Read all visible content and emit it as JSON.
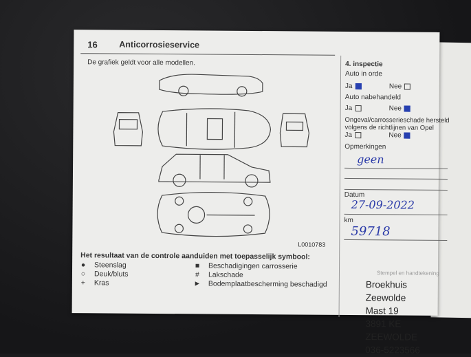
{
  "page": {
    "number": "16",
    "title": "Anticorrosieservice",
    "subtitle": "De grafiek geldt voor alle modellen.",
    "diagram_code": "L0010783"
  },
  "legend": {
    "title": "Het resultaat van de controle aanduiden met toepasselijk symbool:",
    "items": [
      {
        "symbol": "●",
        "label": "Steenslag"
      },
      {
        "symbol": "○",
        "label": "Deuk/bluts"
      },
      {
        "symbol": "+",
        "label": "Kras"
      },
      {
        "symbol": "■",
        "label": "Beschadigingen carrosserie"
      },
      {
        "symbol": "#",
        "label": "Lakschade"
      },
      {
        "symbol": "►",
        "label": "Bodemplaatbescherming beschadigd"
      }
    ]
  },
  "inspection": {
    "heading": "4. inspectie",
    "yes": "Ja",
    "no": "Nee",
    "q1": {
      "label": "Auto in orde",
      "answer": "Ja"
    },
    "q2": {
      "label": "Auto nabehandeld",
      "answer": "Nee"
    },
    "q3": {
      "label1": "Ongeval/carrosserieschade hersteld",
      "label2": "volgens de richtlijnen van Opel",
      "answer": "Nee"
    },
    "remarks_label": "Opmerkingen",
    "remarks_value": "geen",
    "date_label": "Datum",
    "date_value": "27-09-2022",
    "km_label": "km",
    "km_value": "59718",
    "stamp_label": "Stempel en handtekening",
    "stamp": {
      "line1": "Broekhuis Zeewolde",
      "line2": "Mast 19",
      "line3": "3891 KE ZEEWOLDE",
      "line4": "036-5223566"
    }
  }
}
